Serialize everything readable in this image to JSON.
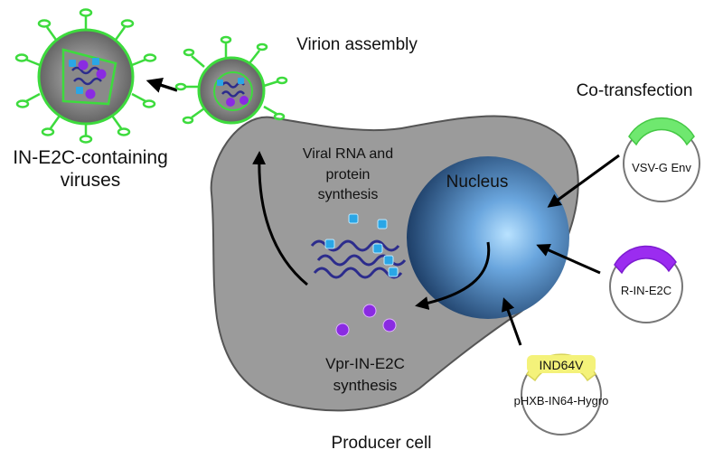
{
  "labels": {
    "virion_assembly": "Virion assembly",
    "co_transfection": "Co-transfection",
    "viruses_line1": "IN-E2C-containing",
    "viruses_line2": "viruses",
    "viral_rna_line1": "Viral RNA and",
    "viral_rna_line2": "protein",
    "viral_rna_line3": "synthesis",
    "nucleus": "Nucleus",
    "vpr_line1": "Vpr-IN-E2C",
    "vpr_line2": "synthesis",
    "producer_cell": "Producer cell"
  },
  "plasmids": {
    "vsvg": {
      "label": "VSV-G Env",
      "color": "#6fe86f"
    },
    "rin": {
      "label": "R-IN-E2C",
      "color": "#9b2cf0"
    },
    "phxb": {
      "label": "pHXB-IN64-Hygro",
      "insert": "IND64V",
      "color": "#f4f27a"
    }
  },
  "colors": {
    "cell": "#9b9b9b",
    "virus_envelope": "#3ddb3d",
    "virus_core": "#6a6a6a",
    "nucleus": "#3f6fa5",
    "rna": "#2c2c8c",
    "protein_blue": "#2aa6e6",
    "protein_purple": "#8a2be2"
  }
}
